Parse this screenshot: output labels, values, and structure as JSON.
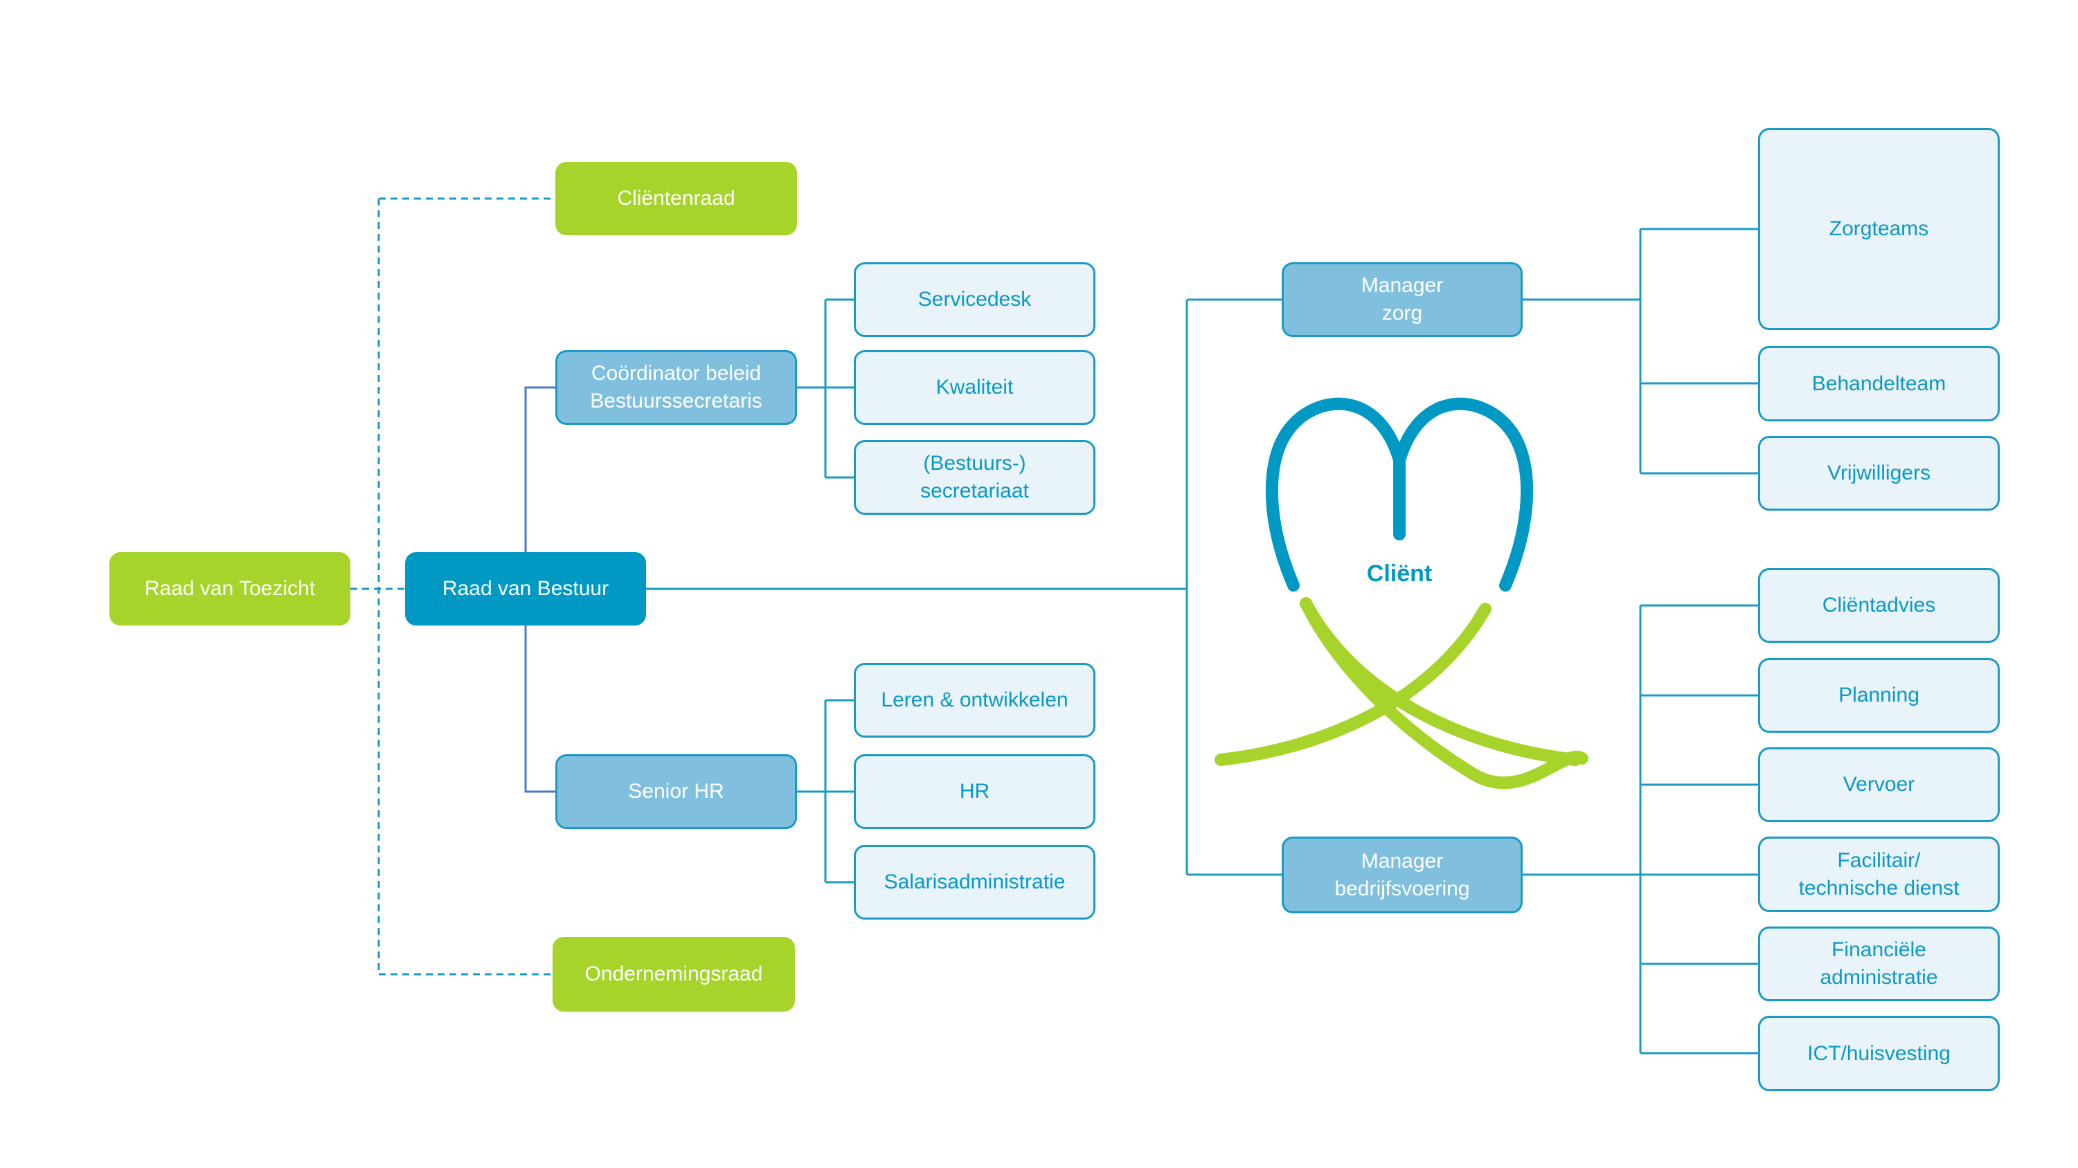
{
  "colors": {
    "green": "#a6d42a",
    "dark_blue": "#0099c4",
    "mid_blue": "#80c0de",
    "light_blue": "#e9f4fa",
    "line_blue": "#1a9ac6"
  },
  "governance": {
    "raad_van_toezicht": "Raad van Toezicht",
    "raad_van_bestuur": "Raad van Bestuur",
    "clientenraad": "Cliëntenraad",
    "ondernemingsraad": "Ondernemingsraad"
  },
  "staff": {
    "coordinator": "Coördinator beleid\nBestuurssecretaris",
    "coordinator_children": [
      "Servicedesk",
      "Kwaliteit",
      "(Bestuurs-)\nsecretariaat"
    ],
    "senior_hr": "Senior HR",
    "senior_hr_children": [
      "Leren & ontwikkelen",
      "HR",
      "Salarisadministratie"
    ]
  },
  "managers": {
    "zorg": "Manager\nzorg",
    "zorg_children": [
      "Zorgteams",
      "Behandelteam",
      "Vrijwilligers"
    ],
    "bedrijfsvoering": "Manager\nbedrijfsvoering",
    "bedrijfsvoering_children": [
      "Cliëntadvies",
      "Planning",
      "Vervoer",
      "Facilitair/\ntechnische dienst",
      "Financiële\nadministratie",
      "ICT/huisvesting"
    ]
  },
  "logo": {
    "label": "Cliënt"
  }
}
